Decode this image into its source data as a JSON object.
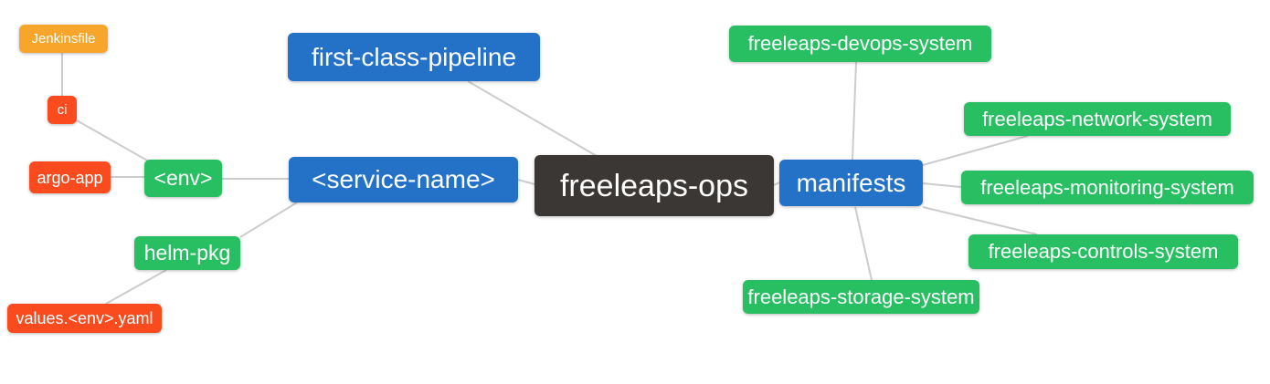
{
  "diagram": {
    "title": "freeleaps-ops mind map",
    "root_label": "freeleaps-ops"
  },
  "palette": {
    "blue": "#2471C8",
    "green": "#27BF62",
    "red": "#F94B1E",
    "orange": "#F7A62B",
    "dark": "#3B3734",
    "edge": "#CCCCCC",
    "text": "#FFFFFF",
    "background": "#FFFFFF"
  },
  "nodes": [
    {
      "id": "jenkinsfile",
      "label": "Jenkinsfile",
      "color": "orange"
    },
    {
      "id": "ci",
      "label": "ci",
      "color": "red"
    },
    {
      "id": "argo-app",
      "label": "argo-app",
      "color": "red"
    },
    {
      "id": "env",
      "label": "<env>",
      "color": "green"
    },
    {
      "id": "helm-pkg",
      "label": "helm-pkg",
      "color": "green"
    },
    {
      "id": "values-env-yaml",
      "label": "values.<env>.yaml",
      "color": "red"
    },
    {
      "id": "first-class-pipeline",
      "label": "first-class-pipeline",
      "color": "blue"
    },
    {
      "id": "service-name",
      "label": "<service-name>",
      "color": "blue"
    },
    {
      "id": "freeleaps-ops",
      "label": "freeleaps-ops",
      "color": "dark"
    },
    {
      "id": "manifests",
      "label": "manifests",
      "color": "blue"
    },
    {
      "id": "freeleaps-devops-system",
      "label": "freeleaps-devops-system",
      "color": "green"
    },
    {
      "id": "freeleaps-network-system",
      "label": "freeleaps-network-system",
      "color": "green"
    },
    {
      "id": "freeleaps-monitoring-system",
      "label": "freeleaps-monitoring-system",
      "color": "green"
    },
    {
      "id": "freeleaps-controls-system",
      "label": "freeleaps-controls-system",
      "color": "green"
    },
    {
      "id": "freeleaps-storage-system",
      "label": "freeleaps-storage-system",
      "color": "green"
    }
  ],
  "edges": [
    {
      "from": "jenkinsfile",
      "to": "ci"
    },
    {
      "from": "ci",
      "to": "env"
    },
    {
      "from": "argo-app",
      "to": "env"
    },
    {
      "from": "env",
      "to": "service-name"
    },
    {
      "from": "helm-pkg",
      "to": "service-name"
    },
    {
      "from": "values-env-yaml",
      "to": "helm-pkg"
    },
    {
      "from": "first-class-pipeline",
      "to": "freeleaps-ops"
    },
    {
      "from": "service-name",
      "to": "freeleaps-ops"
    },
    {
      "from": "freeleaps-ops",
      "to": "manifests"
    },
    {
      "from": "manifests",
      "to": "freeleaps-devops-system"
    },
    {
      "from": "manifests",
      "to": "freeleaps-network-system"
    },
    {
      "from": "manifests",
      "to": "freeleaps-monitoring-system"
    },
    {
      "from": "manifests",
      "to": "freeleaps-controls-system"
    },
    {
      "from": "manifests",
      "to": "freeleaps-storage-system"
    }
  ]
}
